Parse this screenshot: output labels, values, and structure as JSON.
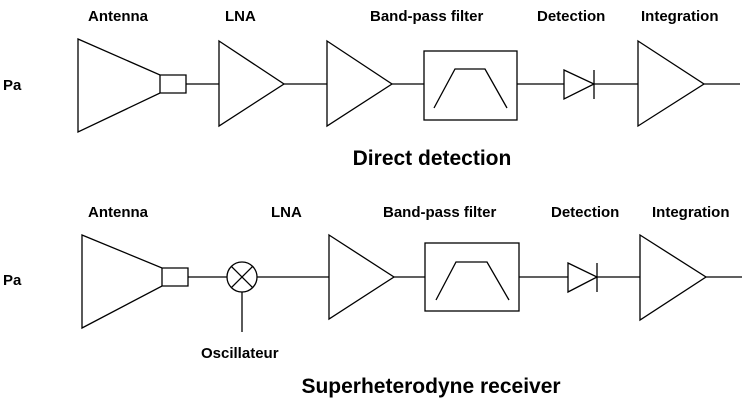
{
  "direct": {
    "input_label": "Pa",
    "labels": {
      "antenna": "Antenna",
      "lna": "LNA",
      "bandpass": "Band-pass filter",
      "detection": "Detection",
      "integration": "Integration"
    },
    "title": "Direct detection"
  },
  "superhet": {
    "input_label": "Pa",
    "labels": {
      "antenna": "Antenna",
      "lna": "LNA",
      "bandpass": "Band-pass filter",
      "detection": "Detection",
      "integration": "Integration",
      "oscillator": "Oscillateur"
    },
    "title": "Superheterodyne receiver"
  }
}
